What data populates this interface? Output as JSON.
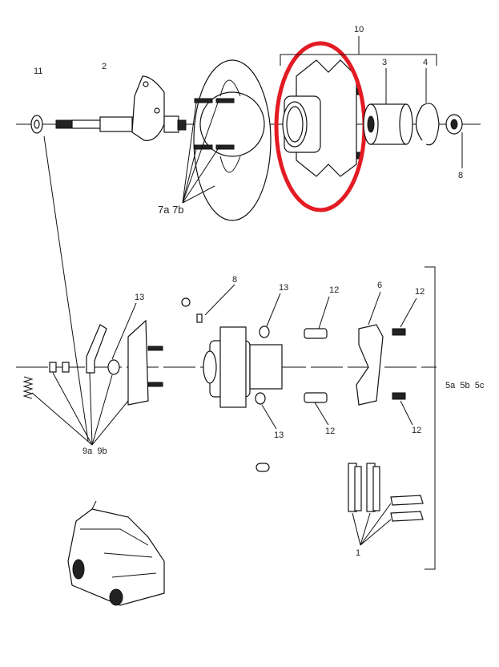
{
  "title": "Rear wheel hub and brake caliper exploded parts diagram",
  "highlight_color": "#e31b23",
  "labels": {
    "hub_assembly": "10",
    "washer": "11",
    "stub_axle": "2",
    "bearing": "3",
    "circlip": "4",
    "hub_nut": "8",
    "disc_bolts": "7a 7b",
    "caliper_bleed": "8",
    "seal_top": "13",
    "slide_pin_top": "12",
    "carrier": "6",
    "carrier_bolt_top": "12",
    "handbrake_seal": "13",
    "caliper_assembly": "5a  5b  5c",
    "seal_bottom": "13",
    "slide_pin_bottom": "12",
    "carrier_bolt_bottom": "12",
    "handbrake_parts": "9a  9b",
    "brake_pads": "1"
  }
}
